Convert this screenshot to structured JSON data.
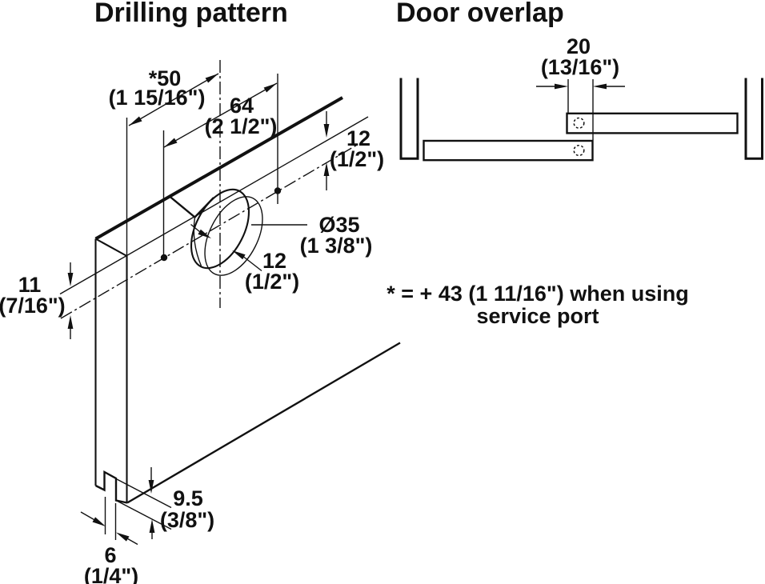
{
  "colors": {
    "ink": "#111111",
    "background": "#ffffff"
  },
  "titles": {
    "drilling": "Drilling pattern",
    "overlap": "Door overlap"
  },
  "note": {
    "line1": "* = + 43 (1 11/16\") when using",
    "line2": "service port"
  },
  "drilling": {
    "dim_50": {
      "mm": "*50",
      "inch": "(1 15/16\")"
    },
    "dim_64": {
      "mm": "64",
      "inch": "(2 1/2\")"
    },
    "dim_12_edge": {
      "mm": "12",
      "inch": "(1/2\")"
    },
    "dim_35": {
      "mm": "Ø35",
      "inch": "(1 3/8\")"
    },
    "dim_12_depth": {
      "mm": "12",
      "inch": "(1/2\")"
    },
    "dim_11": {
      "mm": "11",
      "inch": "(7/16\")"
    },
    "dim_9_5": {
      "mm": "9.5",
      "inch": "(3/8\")"
    },
    "dim_6": {
      "mm": "6",
      "inch": "(1/4\")"
    }
  },
  "overlap": {
    "dim_20": {
      "mm": "20",
      "inch": "(13/16\")"
    }
  }
}
